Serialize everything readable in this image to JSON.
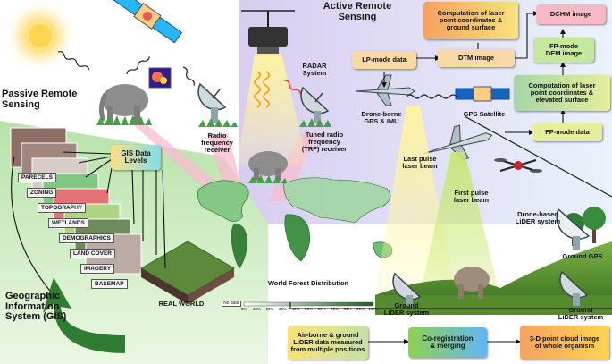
{
  "headings": {
    "active": "Active Remote\nSensing",
    "passive": "Passive Remote\nSensing",
    "gis": "Geographic\nInformation\nSystem (GIS)"
  },
  "labels": {
    "radio_receiver": "Radio\nfrequency\nreceiver",
    "trf_receiver": "Tuned radio\nfrequency\n(TRF) receiver",
    "radar": "RADAR\nSystem",
    "drone_gps_imu": "Drone-borne\nGPS & IMU",
    "gps_satellite": "GPS Satellite",
    "last_pulse": "Last pulse\nlaser beam",
    "first_pulse": "First pulse\nlaser beam",
    "drone_lidar": "Drone-based\nLiDER system",
    "ground_gps": "Ground GPS",
    "ground_lidar_right": "Ground\nLiDER system",
    "ground_lidar_mid": "Ground\nLiDER system",
    "world_forest": "World Forest Distribution",
    "real_world": "REAL WORLD"
  },
  "flow_boxes": {
    "gis_data_levels": "GIS Data\nLevels",
    "lp_mode": "LP-mode data",
    "comp_ground": "Computation of laser\npoint coordinates &\nground surface",
    "dtm": "DTM image",
    "dchm": "DCHM image",
    "fp_dem": "FP-mode\nDEM image",
    "comp_elevated": "Computation of laser\npoint coordinates &\nelevated surface",
    "fp_mode": "FP-mode data",
    "airborne": "Air-borne & ground\nLiDER data measured\nfrom multiple positions",
    "coreg": "Co-registration\n& merging",
    "point_cloud": "3-D point cloud image\nof whole organism"
  },
  "gis_layers": [
    "PARECELS",
    "ZONING",
    "TOPOGRAPHY",
    "WETLANDS",
    "DEMOGRAPHICS",
    "LAND COVER",
    "IMAGERY",
    "BASEMAP"
  ],
  "legend": {
    "no_data": "No data",
    "ticks": [
      "0%",
      "10%",
      "20%",
      "30%",
      "40%",
      "50%",
      "60%",
      "70%",
      "80%",
      "90%",
      "100%"
    ]
  },
  "colors": {
    "flow_orange": "#f4a261",
    "flow_green": "#8fd14f",
    "flow_yellow": "#f9e27b",
    "forest_green": "#3c9a4a",
    "arrow_gis": "#2e7d32"
  }
}
